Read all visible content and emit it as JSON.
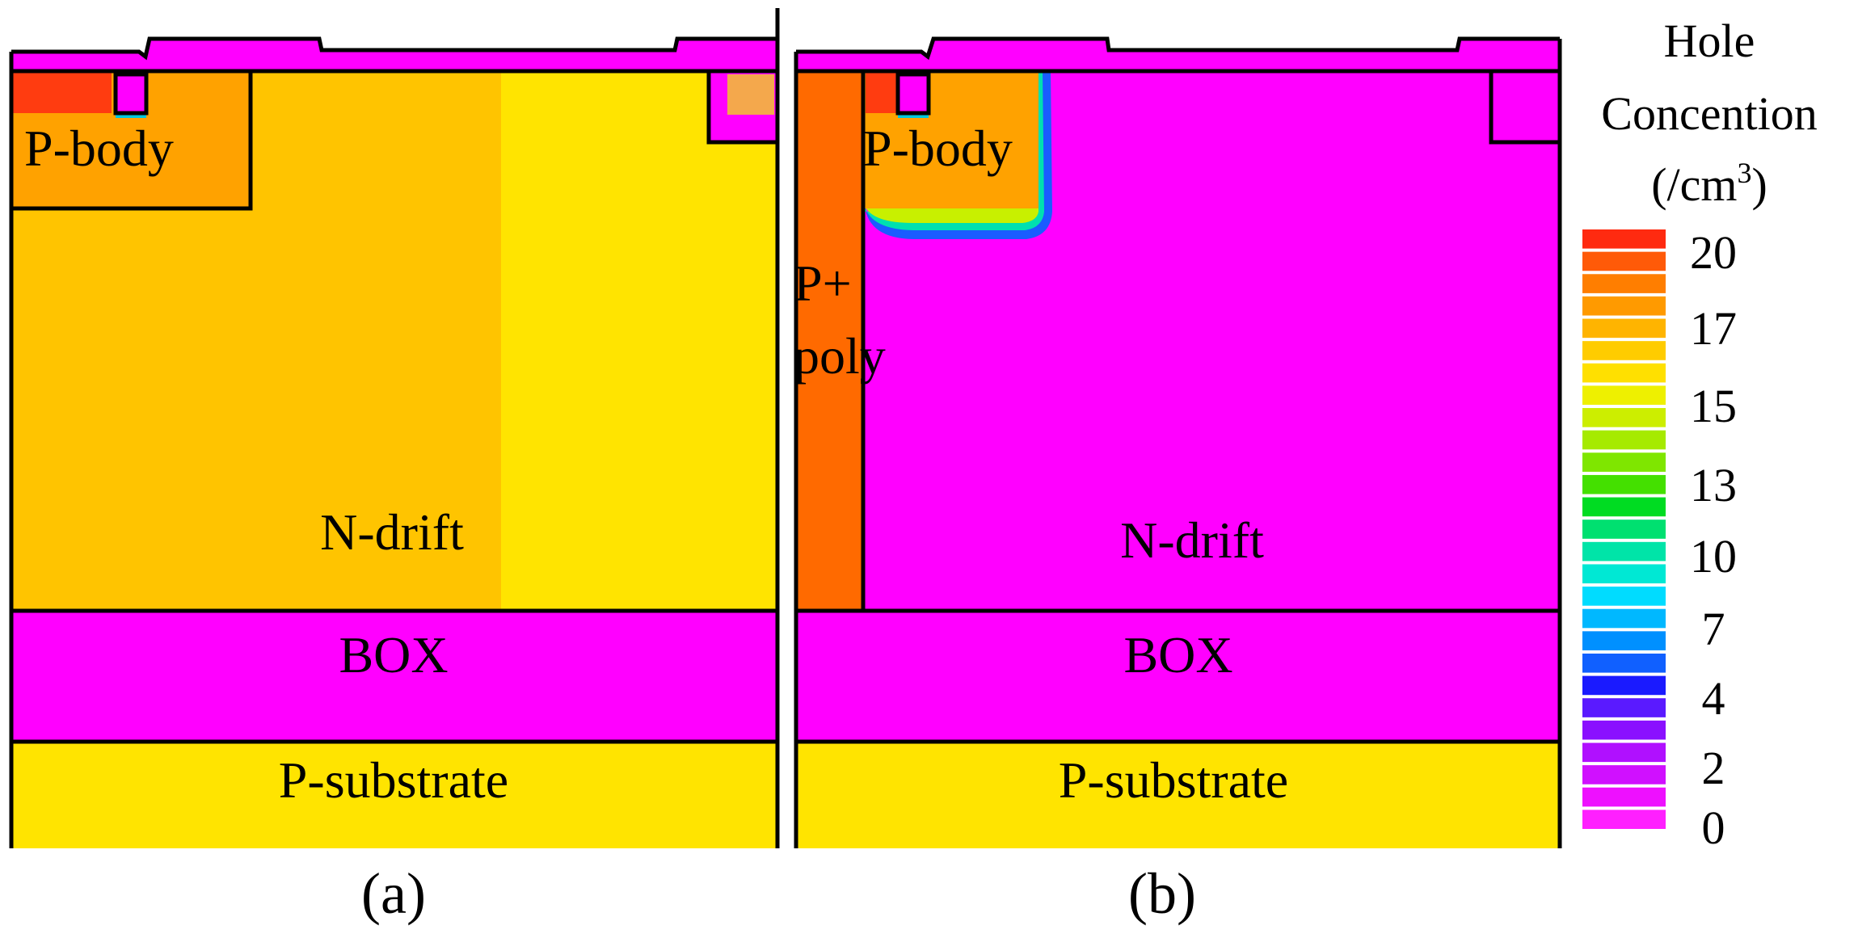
{
  "panel_a": {
    "caption": "(a)",
    "labels": {
      "p_body": "P-body",
      "n_drift": "N-drift",
      "box": "BOX",
      "p_substrate": "P-substrate"
    }
  },
  "panel_b": {
    "caption": "(b)",
    "labels": {
      "p_body": "P-body",
      "p_plus_line1": "P+",
      "p_plus_line2": "poly",
      "n_drift": "N-drift",
      "box": "BOX",
      "p_substrate": "P-substrate"
    }
  },
  "colorbar": {
    "title_line1": "Hole",
    "title_line2": "Concention",
    "title_line3_prefix": "(/cm",
    "title_line3_sup": "3",
    "title_line3_suffix": ")",
    "tick_labels": [
      "20",
      "17",
      "15",
      "13",
      "10",
      "7",
      "4",
      "2",
      "0"
    ],
    "swatches": [
      "#ff2a10",
      "#ff5a08",
      "#ff7e00",
      "#ff9a00",
      "#ffb400",
      "#ffcc00",
      "#ffe000",
      "#eef000",
      "#ccee00",
      "#a6ea00",
      "#7fe600",
      "#44e000",
      "#00dc22",
      "#00e070",
      "#00e4a8",
      "#00e8d4",
      "#00dcff",
      "#00b8ff",
      "#0090ff",
      "#1060ff",
      "#1a1aff",
      "#5a1aff",
      "#8a10ff",
      "#b010ff",
      "#d010ff",
      "#ee10ff",
      "#ff20ff"
    ]
  },
  "colors": {
    "oxide_magenta": "#ff00ff",
    "p_substrate_yellow": "#ffe400",
    "drift_orange_a": "#ffc400",
    "drift_yellow_a": "#ffe400",
    "p_body_orange": "#ffa200",
    "p_plus_orange": "#ff6a00",
    "red_contact": "#ff3c10"
  }
}
